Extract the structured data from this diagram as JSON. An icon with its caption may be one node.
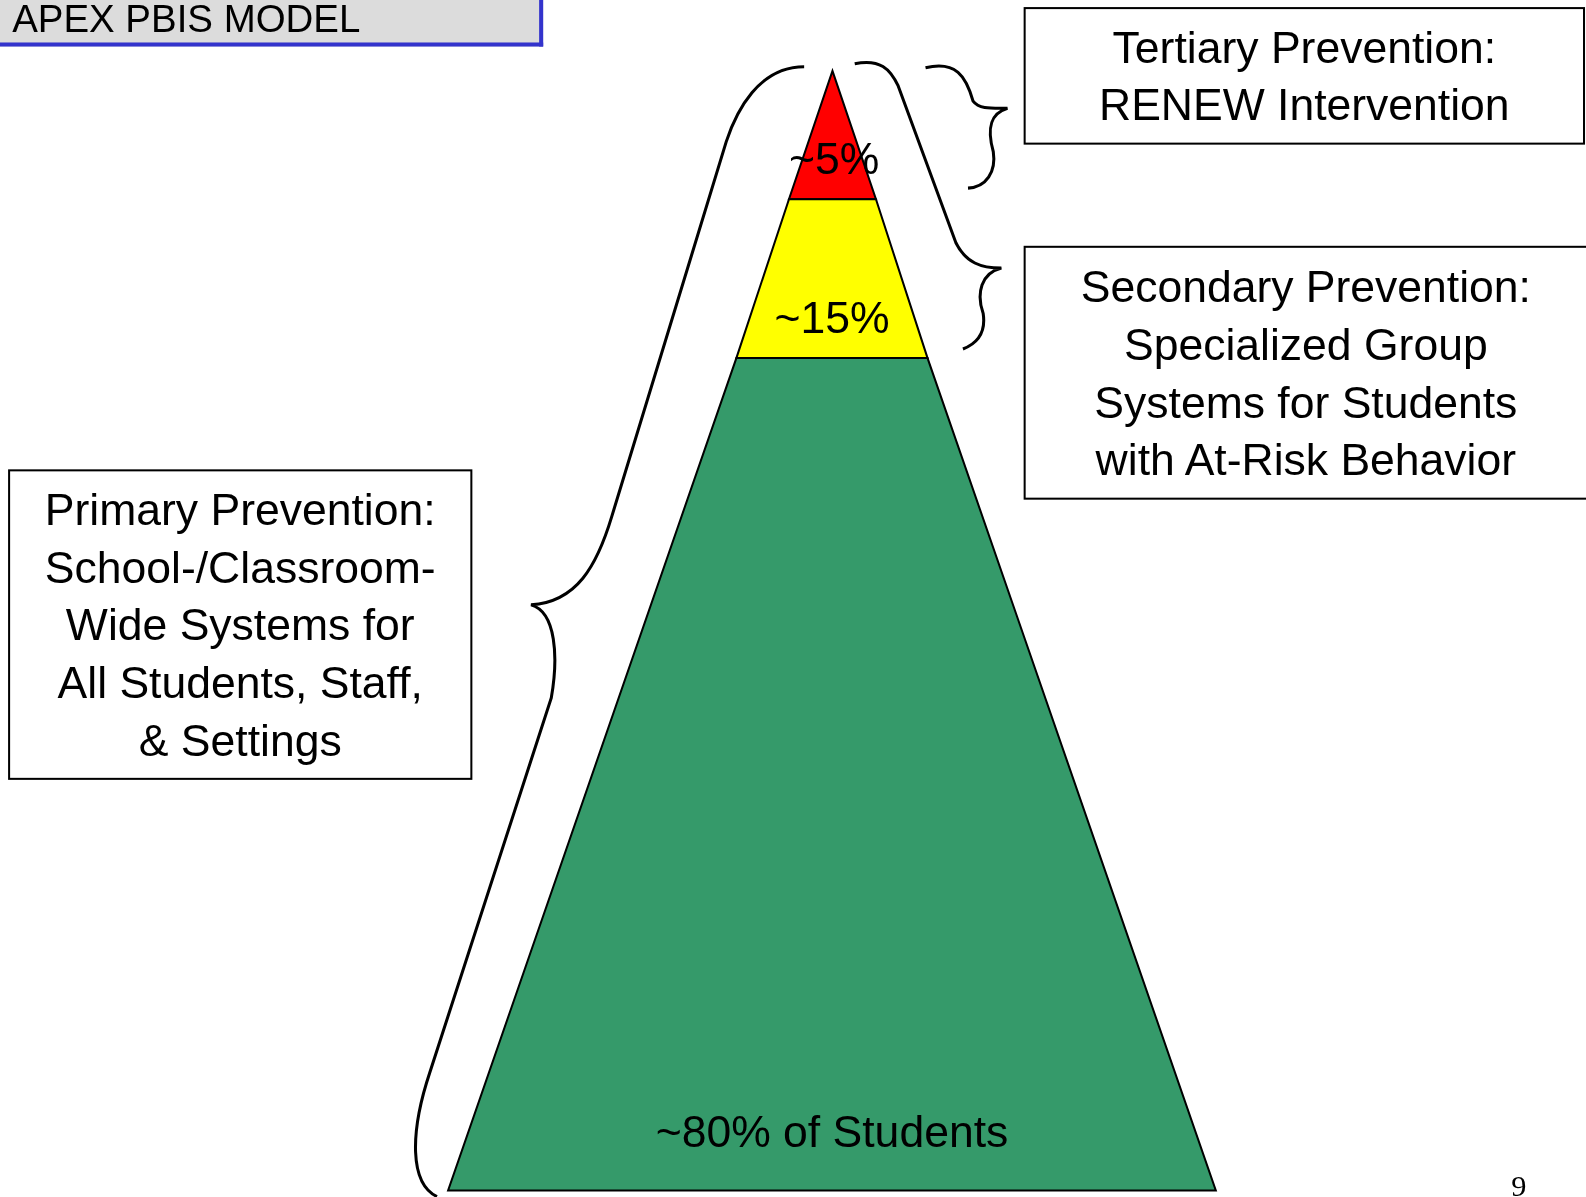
{
  "diagram": {
    "title": "APEX PBIS MODEL",
    "nodes": [
      {
        "text": [
          "Tertiary Prevention: RENEW Intervention"
        ]
      },
      {
        "text": [
          "Secondary Prevention: Specialized Group Systems for Students with At-Risk Behavior"
        ]
      },
      {
        "text": [
          "~5%"
        ]
      },
      {
        "text": [
          "~15%"
        ]
      },
      {
        "text": [
          "~80% of Students"
        ]
      },
      {
        "text": [
          "Primary Prevention: School-/Classroom-Wide Systems for All Students, Staff, & Settings"
        ]
      }
    ],
    "labels": [
      "9"
    ]
  }
}
